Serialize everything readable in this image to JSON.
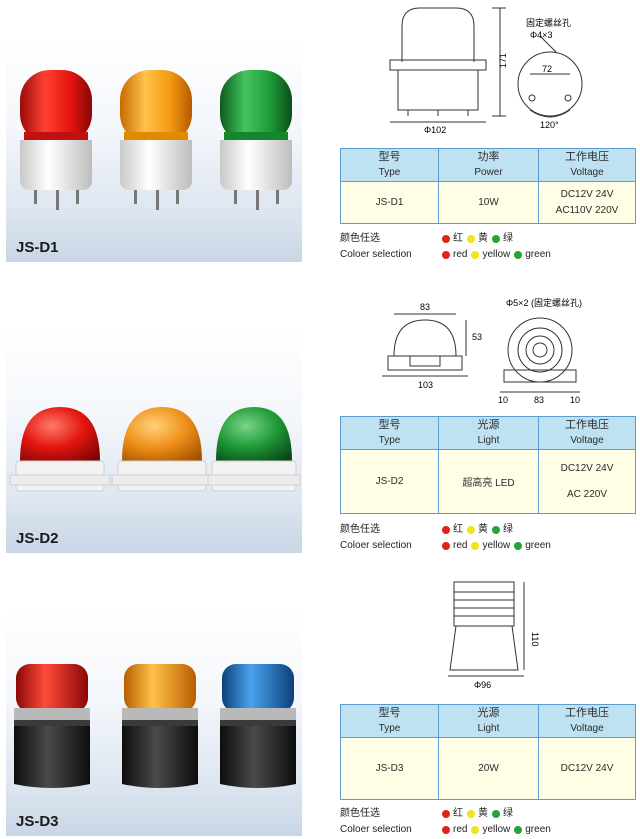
{
  "sections": [
    {
      "label": "JS-D1",
      "table": {
        "h1_cn": "型号",
        "h1_en": "Type",
        "h2_cn": "功率",
        "h2_en": "Power",
        "h3_cn": "工作电压",
        "h3_en": "Voltage",
        "type": "JS-D1",
        "value": "10W",
        "voltage": [
          "DC12V  24V",
          "AC110V  220V"
        ]
      },
      "diagram": {
        "height": "171",
        "diameter": "Φ102",
        "hole_title": "固定螺丝孔",
        "hole_spec": "Φ4×3",
        "pitch": "72",
        "angle": "120°"
      }
    },
    {
      "label": "JS-D2",
      "table": {
        "h1_cn": "型号",
        "h1_en": "Type",
        "h2_cn": "光源",
        "h2_en": "Light",
        "h3_cn": "工作电压",
        "h3_en": "Voltage",
        "type": "JS-D2",
        "value": "超高亮 LED",
        "voltage": [
          "DC12V  24V",
          "AC 220V"
        ]
      },
      "diagram": {
        "top_width": "83",
        "height": "53",
        "base_width": "103",
        "hole_note": "Φ5×2 (固定螺丝孔)",
        "left_offset": "10",
        "center_spacing": "83",
        "right_offset": "10"
      }
    },
    {
      "label": "JS-D3",
      "table": {
        "h1_cn": "型号",
        "h1_en": "Type",
        "h2_cn": "光源",
        "h2_en": "Light",
        "h3_cn": "工作电压",
        "h3_en": "Voltage",
        "type": "JS-D3",
        "value": "20W",
        "voltage": [
          "DC12V  24V"
        ]
      },
      "diagram": {
        "height": "110",
        "diameter": "Φ96"
      }
    }
  ],
  "color_selection": {
    "label_cn": "颜色任选",
    "label_en": "Coloer selection",
    "cn": [
      "红",
      "黄",
      "绿"
    ],
    "en": [
      "red",
      "yellow",
      "green"
    ]
  },
  "colors": {
    "red": "#e1241b",
    "amber": "#f39a0f",
    "green": "#1e9a37",
    "blue": "#1c73c9",
    "table_border": "#5d9ccf",
    "table_header": "#bfe2f3",
    "table_body": "#fffde6"
  }
}
